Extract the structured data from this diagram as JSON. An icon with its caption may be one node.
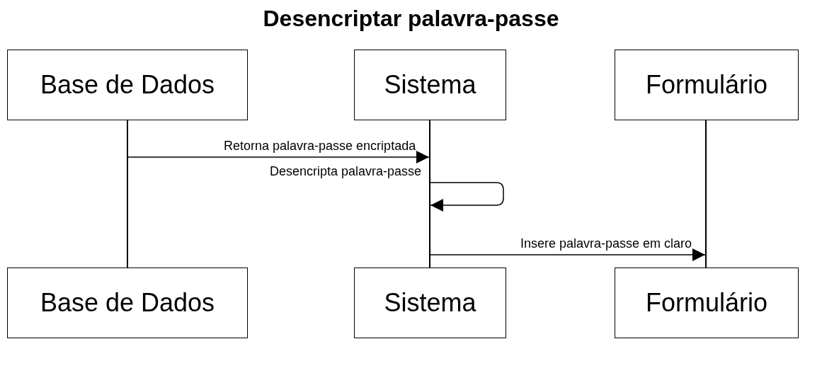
{
  "diagram": {
    "title": "Desencriptar palavra-passe",
    "nodes": [
      {
        "text": [
          "Base de Dados"
        ]
      },
      {
        "text": [
          "Sistema"
        ]
      },
      {
        "text": [
          "Formulário"
        ]
      },
      {
        "text": [],
        "shape": "bar"
      },
      {
        "text": [],
        "shape": "bar"
      },
      {
        "text": [],
        "shape": "bar"
      },
      {
        "text": [
          "Base de Dados"
        ]
      },
      {
        "text": [
          "Sistema"
        ]
      },
      {
        "text": [
          "Formulário"
        ]
      }
    ],
    "edges": [
      {
        "from": 3,
        "to": 4,
        "arrow": "to",
        "label": "Retorna palavra-passe encriptada"
      },
      {
        "from": 4,
        "to": 4,
        "arrow": "to",
        "label": "Desencripta palavra-passe"
      },
      {
        "from": 4,
        "to": 5,
        "arrow": "to",
        "label": "Insere palavra-passe em claro"
      }
    ]
  }
}
